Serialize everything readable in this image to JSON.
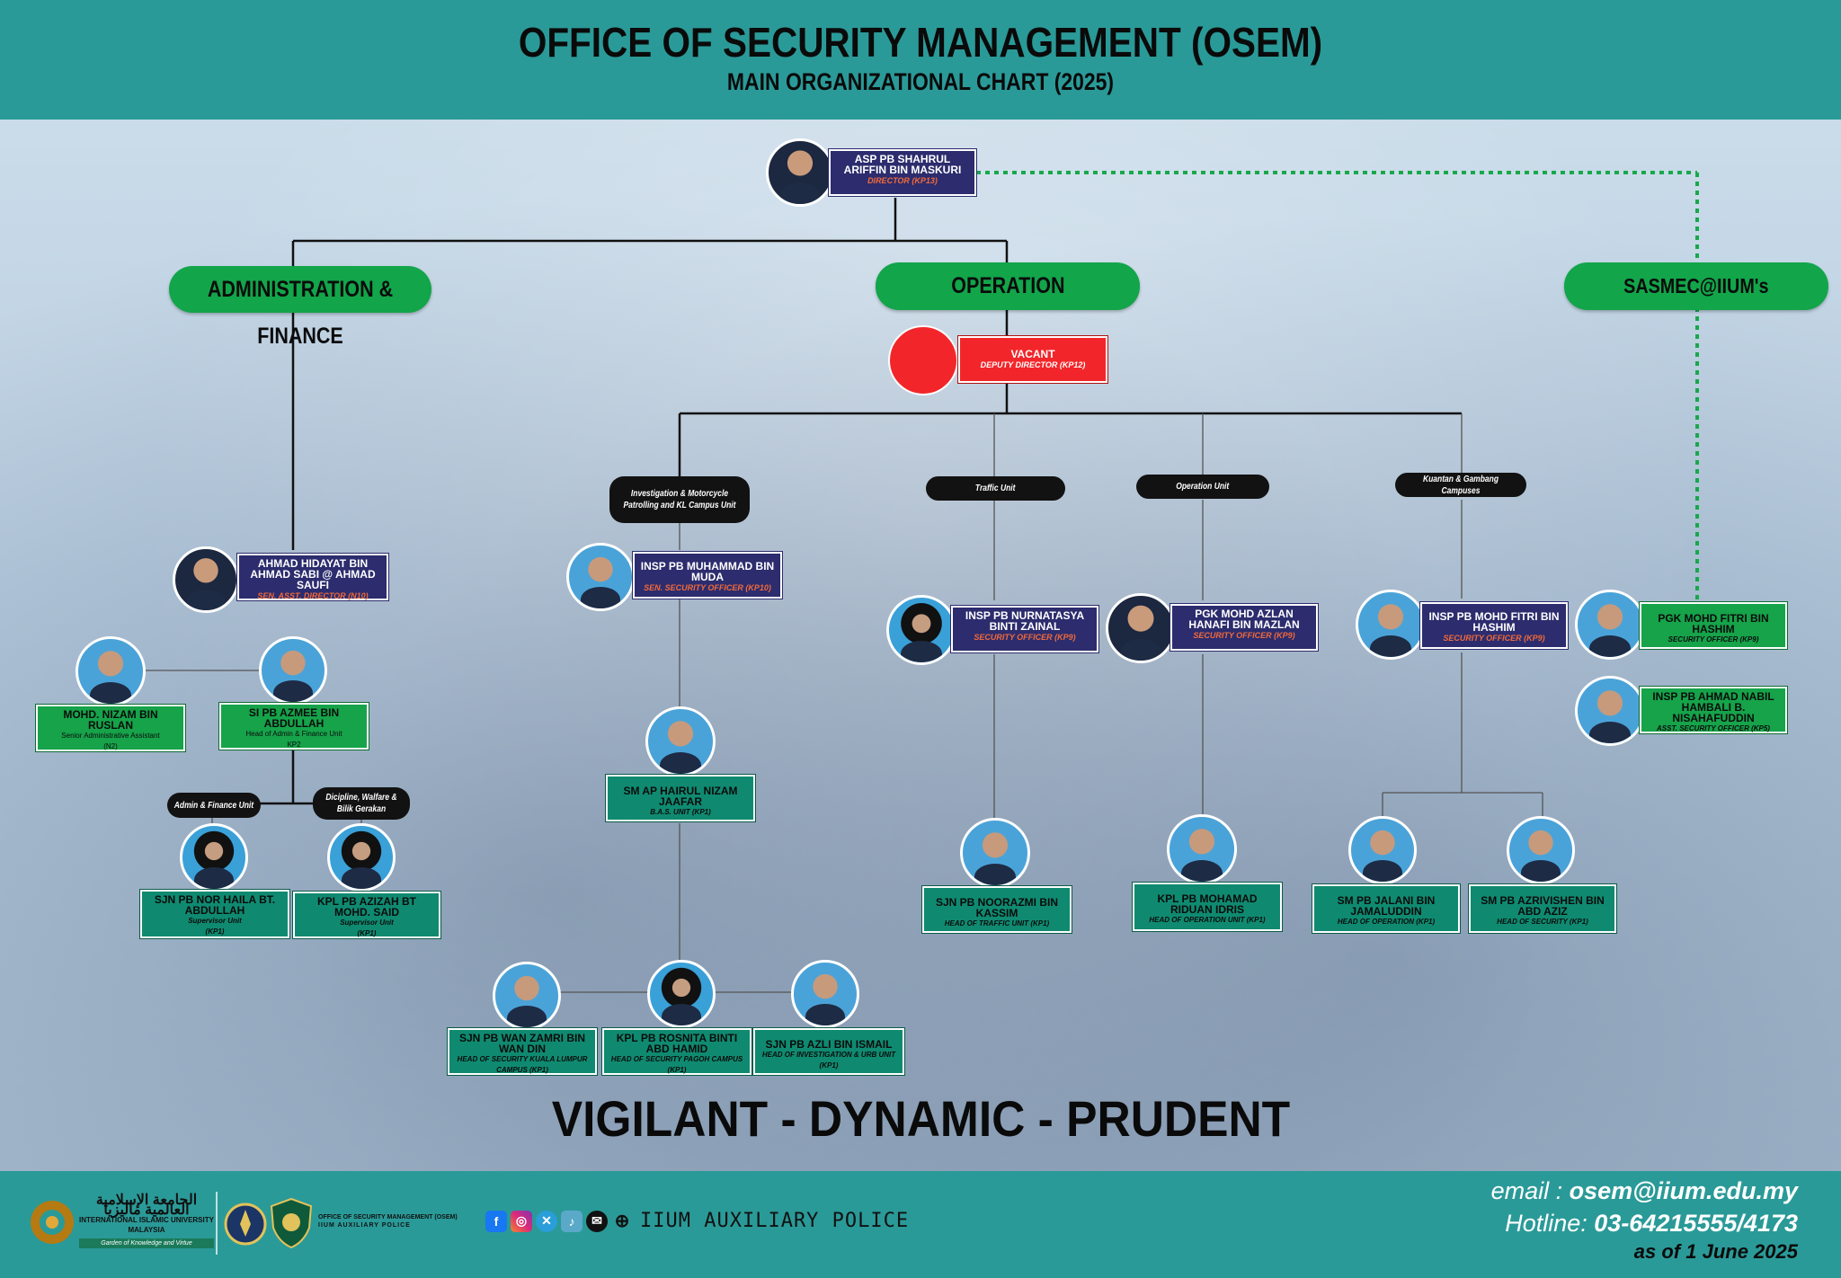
{
  "header": {
    "title": "OFFICE OF SECURITY MANAGEMENT (OSEM)",
    "subtitle": "MAIN ORGANIZATIONAL CHART (2025)"
  },
  "sections": {
    "admin": "ADMINISTRATION & FINANCE",
    "operation": "OPERATION",
    "sasmec": "SASMEC@IIUM's"
  },
  "units": {
    "investigation": "Investigation & Motorcycle Patrolling and KL Campus Unit",
    "traffic": "Traffic Unit",
    "operation_unit": "Operation Unit",
    "kuantan": "Kuantan & Gambang Campuses",
    "admin_finance": "Admin & Finance Unit",
    "discipline": "Dicipline, Walfare & Bilik Gerakan"
  },
  "people": {
    "director": {
      "name": "ASP PB SHAHRUL ARIFFIN BIN MASKURI",
      "role": "DIRECTOR (KP13)"
    },
    "deputy": {
      "name": "VACANT",
      "role": "DEPUTY DIRECTOR (KP12)"
    },
    "ahmad_hidayat": {
      "name": "AHMAD HIDAYAT BIN AHMAD SABI @ AHMAD SAUFI",
      "role": "SEN. ASST. DIRECTOR (N10)"
    },
    "nizam": {
      "name": "MOHD. NIZAM BIN RUSLAN",
      "role": "Senior Administrative Assistant",
      "grade": "(N2)"
    },
    "azmee": {
      "name": "SI PB AZMEE BIN ABDULLAH",
      "role": "Head of Admin & Finance Unit",
      "grade": "KP2"
    },
    "nor_haila": {
      "name": "SJN PB NOR HAILA BT. ABDULLAH",
      "role": "Supervisor Unit",
      "grade": "(KP1)"
    },
    "azizah": {
      "name": "KPL PB AZIZAH BT MOHD. SAID",
      "role": "Supervisor Unit",
      "grade": "(KP1)"
    },
    "muhammad": {
      "name": "INSP PB MUHAMMAD BIN MUDA",
      "role": "SEN. SECURITY OFFICER (KP10)"
    },
    "hairul": {
      "name": "SM AP HAIRUL NIZAM JAAFAR",
      "role": "B.A.S. UNIT (KP1)"
    },
    "wan_zamri": {
      "name": "SJN PB WAN ZAMRI BIN WAN DIN",
      "role": "HEAD OF SECURITY KUALA LUMPUR CAMPUS (KP1)"
    },
    "rosnita": {
      "name": "KPL PB ROSNITA BINTI ABD HAMID",
      "role": "HEAD OF SECURITY PAGOH CAMPUS (KP1)"
    },
    "azli": {
      "name": "SJN PB AZLI BIN ISMAIL",
      "role": "HEAD OF INVESTIGATION & URB UNIT (KP1)"
    },
    "nurnatasya": {
      "name": "INSP PB NURNATASYA BINTI ZAINAL",
      "role": "SECURITY OFFICER (KP9)"
    },
    "noorazmi": {
      "name": "SJN PB NOORAZMI BIN KASSIM",
      "role": "HEAD OF TRAFFIC UNIT (KP1)"
    },
    "azlan": {
      "name": "PGK MOHD AZLAN HANAFI BIN MAZLAN",
      "role": "SECURITY OFFICER (KP9)"
    },
    "riduan": {
      "name": "KPL PB MOHAMAD RIDUAN IDRIS",
      "role": "HEAD OF OPERATION UNIT (KP1)"
    },
    "fitri_insp": {
      "name": "INSP PB MOHD FITRI BIN HASHIM",
      "role": "SECURITY OFFICER (KP9)"
    },
    "jalani": {
      "name": "SM PB JALANI BIN JAMALUDDIN",
      "role": "HEAD OF OPERATION (KP1)"
    },
    "azrivishen": {
      "name": "SM PB AZRIVISHEN BIN ABD AZIZ",
      "role": "HEAD OF SECURITY (KP1)"
    },
    "fitri_pgk": {
      "name": "PGK MOHD FITRI BIN HASHIM",
      "role": "SECURITY OFFICER (KP9)"
    },
    "nabil": {
      "name": "INSP PB AHMAD NABIL HAMBALI B. NISAHAFUDDIN",
      "role": "ASST. SECURITY OFFICER (KP5)"
    }
  },
  "motto": "VIGILANT - DYNAMIC - PRUDENT",
  "footer": {
    "university": "INTERNATIONAL ISLAMIC UNIVERSITY MALAYSIA",
    "university_arabic": "الجامعة الإسلامية العالمية ماليزيا",
    "tagline": "Garden of Knowledge and Virtue",
    "osem_label": "OFFICE OF SECURITY MANAGEMENT (OSEM)",
    "osem_sub": "IIUM AUXILIARY POLICE",
    "social_handle": "IIUM AUXILIARY POLICE",
    "email_label": "email :",
    "email": "osem@iium.edu.my",
    "hotline_label": "Hotline:",
    "hotline": "03-64215555/4173",
    "asof": "as of 1 June 2025"
  }
}
